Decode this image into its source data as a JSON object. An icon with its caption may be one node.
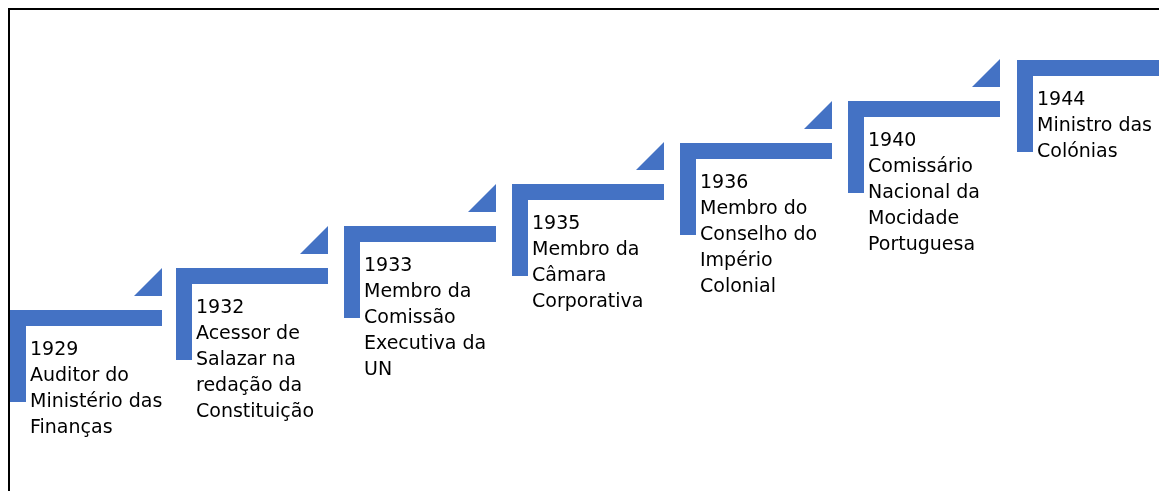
{
  "diagram": {
    "nodes": [
      {
        "text": [
          "1929",
          "Auditor do Ministério das Finanças"
        ]
      },
      {
        "text": [
          "1932",
          "Acessor de Salazar na redação da Constituição"
        ]
      },
      {
        "text": [
          "1933",
          "Membro da Comissão Executiva da UN"
        ]
      },
      {
        "text": [
          "1935",
          "Membro da Câmara Corporativa"
        ]
      },
      {
        "text": [
          "1936",
          "Membro do Conselho do Império Colonial"
        ]
      },
      {
        "text": [
          "1940",
          "Comissário Nacional da Mocidade Portuguesa"
        ]
      },
      {
        "text": [
          "1944",
          "Ministro das Colónias"
        ]
      }
    ],
    "edges": []
  }
}
